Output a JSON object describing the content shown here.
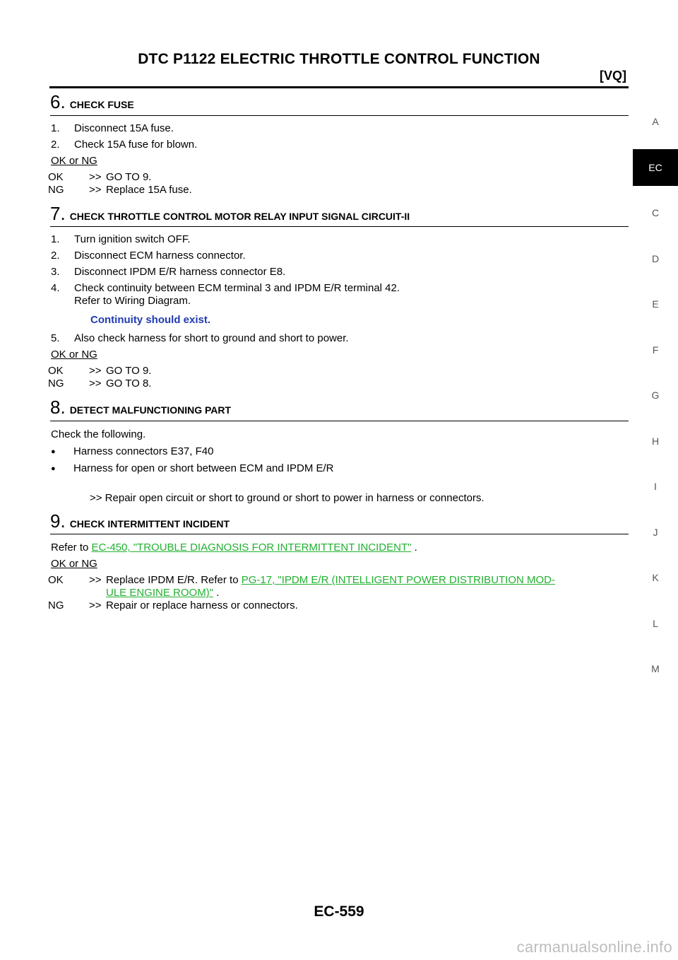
{
  "header": {
    "title": "DTC P1122 ELECTRIC THROTTLE CONTROL FUNCTION",
    "section": "[VQ]"
  },
  "side_index": [
    "A",
    "EC",
    "C",
    "D",
    "E",
    "F",
    "G",
    "H",
    "I",
    "J",
    "K",
    "L",
    "M"
  ],
  "side_index_active": "EC",
  "steps": {
    "s6": {
      "num": "6.",
      "title": "CHECK FUSE",
      "items": [
        "Disconnect 15A fuse.",
        "Check 15A fuse for blown."
      ],
      "okng": "OK or NG",
      "results": [
        {
          "code": "OK",
          "arrow": ">>",
          "text": "GO TO 9."
        },
        {
          "code": "NG",
          "arrow": ">>",
          "text": "Replace 15A fuse."
        }
      ]
    },
    "s7": {
      "num": "7.",
      "title": "CHECK THROTTLE CONTROL MOTOR RELAY INPUT SIGNAL CIRCUIT-II",
      "items": [
        "Turn ignition switch OFF.",
        "Disconnect ECM harness connector.",
        "Disconnect IPDM E/R harness connector E8.",
        "Check continuity between ECM terminal 3 and IPDM E/R terminal 42."
      ],
      "item4_sub": "Refer to Wiring Diagram.",
      "spec": "Continuity should exist.",
      "item5": "Also check harness for short to ground and short to power.",
      "okng": "OK or NG",
      "results": [
        {
          "code": "OK",
          "arrow": ">>",
          "text": "GO TO 9."
        },
        {
          "code": "NG",
          "arrow": ">>",
          "text": "GO TO 8."
        }
      ]
    },
    "s8": {
      "num": "8.",
      "title": "DETECT MALFUNCTIONING PART",
      "intro": "Check the following.",
      "bullets": [
        "Harness connectors E37, F40",
        "Harness for open or short between ECM and IPDM E/R"
      ],
      "result": ">> Repair open circuit or short to ground or short to power in harness or connectors."
    },
    "s9": {
      "num": "9.",
      "title": "CHECK INTERMITTENT INCIDENT",
      "refer_prefix": "Refer to",
      "refer_link": "EC-450, \"TROUBLE DIAGNOSIS FOR INTERMITTENT INCIDENT\"",
      "refer_suffix": ".",
      "okng": "OK or NG",
      "ok_code": "OK",
      "ok_arrow": ">>",
      "ok_text": "Replace IPDM E/R. Refer to",
      "ok_link_1": "PG-17, \"IPDM E/R (INTELLIGENT POWER DISTRIBUTION MOD-",
      "ok_link_2": "ULE ENGINE ROOM)\"",
      "ok_suffix": ".",
      "ng_code": "NG",
      "ng_arrow": ">>",
      "ng_text": "Repair or replace harness or connectors."
    }
  },
  "footer": {
    "page_number": "EC-559",
    "watermark": "carmanualsonline.info"
  }
}
